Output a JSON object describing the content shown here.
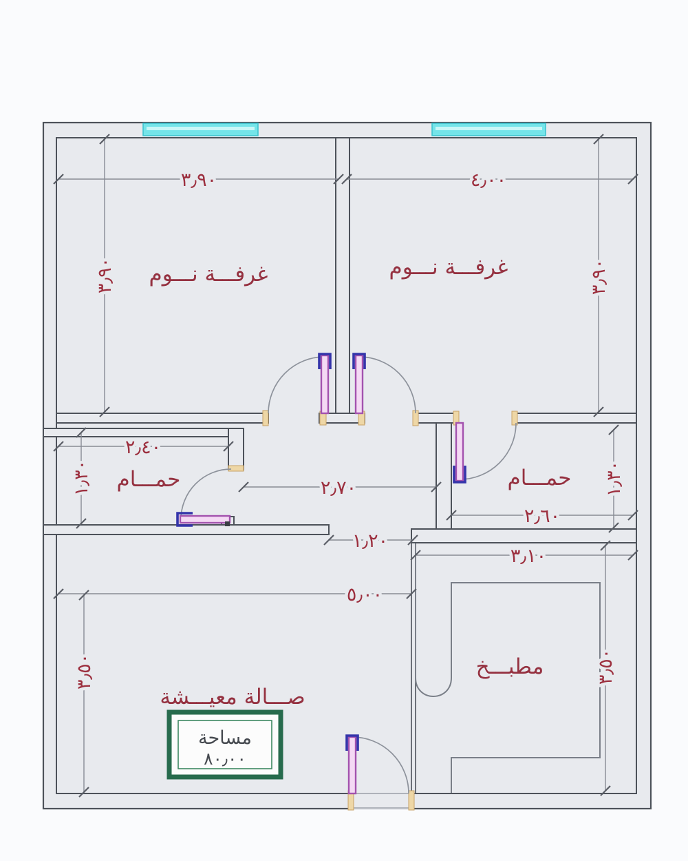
{
  "plan_type": "apartment-floor-plan",
  "palette": {
    "floor": "#e8eaee",
    "wall_line": "#4d525a",
    "window": "#74e4e9",
    "door_leaf": "#f4d9f4",
    "door_leaf_edge": "#a352ae",
    "door_hinge": "#3434aa",
    "door_jamb": "#eed7a6",
    "dimension_text": "#9c2f3e",
    "area_box_border": "#276b4d"
  },
  "rooms": {
    "bedroom_left": {
      "label": "غرفـــة نـــوم",
      "width": "٣٫٩٠",
      "height": "٣٫٩٠"
    },
    "bedroom_right": {
      "label": "غرفـــة نـــوم",
      "width": "٤٫٠٠",
      "height": "٣٫٩٠"
    },
    "bathroom_left": {
      "label": "حمـــام",
      "width": "٢٫٤٠",
      "height": "١٫٣٠"
    },
    "bathroom_right": {
      "label": "حمـــام",
      "width": "٢٫٦٠",
      "height": "١٫٣٠"
    },
    "living_room": {
      "label": "صـــالة معيـــشة",
      "width": "٥٫٠٠",
      "height": "٣٫٥٠"
    },
    "kitchen": {
      "label": "مطبـــخ",
      "width": "٣٫١٠",
      "height": "٣٫٥٠"
    }
  },
  "hall": {
    "width": "٢٫٧٠",
    "entry_width": "١٫٢٠"
  },
  "area_box": {
    "label": "مساحة",
    "value": "٨٠٫٠٠"
  }
}
